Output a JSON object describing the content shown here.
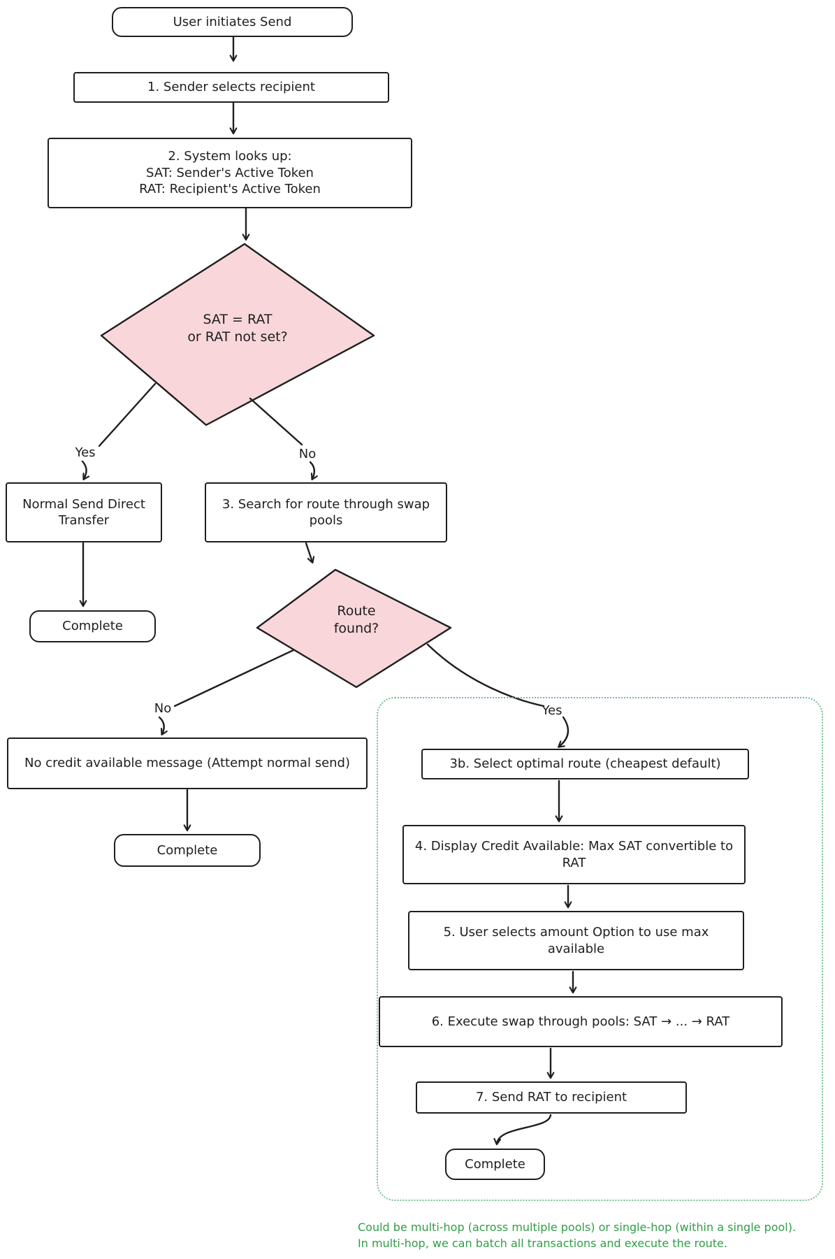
{
  "colors": {
    "stroke": "#1e1e1e",
    "diamond_fill": "#f8d6da",
    "group_border": "#6fc08c",
    "note_text": "#2f9e44"
  },
  "nodes": {
    "start": "User initiates Send",
    "step1": "1. Sender selects recipient",
    "step2_lines": [
      "2. System looks up:",
      "SAT: Sender's Active Token",
      "RAT: Recipient's Active Token"
    ],
    "decision1_lines": [
      "SAT = RAT",
      "or RAT not set?"
    ],
    "normal_send": "Normal Send Direct Transfer",
    "search_route": "3. Search for route through swap pools",
    "complete_left": "Complete",
    "decision2_lines": [
      "Route",
      "found?"
    ],
    "no_credit": "No credit available message (Attempt normal send)",
    "complete_center": "Complete",
    "select_route": "3b. Select optimal route (cheapest default)",
    "display_credit": "4. Display Credit Available: Max SAT convertible to RAT",
    "select_amount": "5. User selects amount Option to use max available",
    "execute_swap": "6. Execute swap through pools: SAT → ... → RAT",
    "send_rat": "7. Send RAT to recipient",
    "complete_right": "Complete"
  },
  "edge_labels": {
    "yes1": "Yes",
    "no1": "No",
    "no2": "No",
    "yes2": "Yes"
  },
  "note_lines": [
    "Could be multi-hop (across multiple pools) or single-hop (within a single pool).",
    "In multi-hop, we can batch all transactions and execute the route."
  ]
}
